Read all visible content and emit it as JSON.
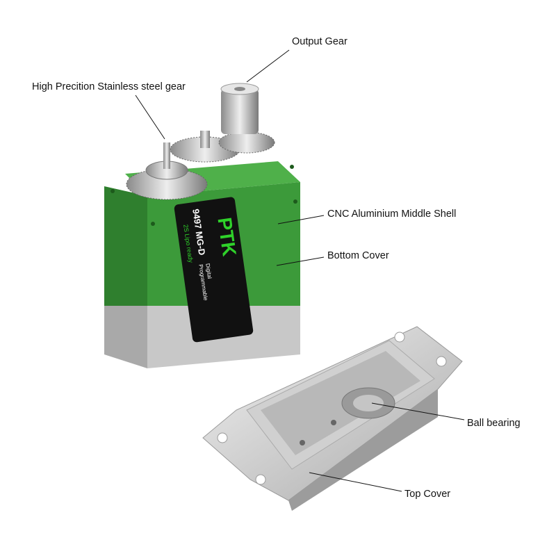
{
  "callouts": {
    "output_gear": "Output Gear",
    "steel_gear": "High Precition Stainless steel gear",
    "middle_shell": "CNC Aluminium Middle Shell",
    "bottom_cover": "Bottom Cover",
    "ball_bearing": "Ball bearing",
    "top_cover": "Top Cover"
  },
  "label_sticker": {
    "brand": "PTK",
    "model": "9497 MG-D",
    "line1": "Digital",
    "line2": "Programmable",
    "note": "2S Lipo ready"
  },
  "colors": {
    "shell_green": "#3c9a3a",
    "cover_gray": "#c8c8c8",
    "sticker_bg": "#111111",
    "sticker_green": "#2fd12a"
  }
}
